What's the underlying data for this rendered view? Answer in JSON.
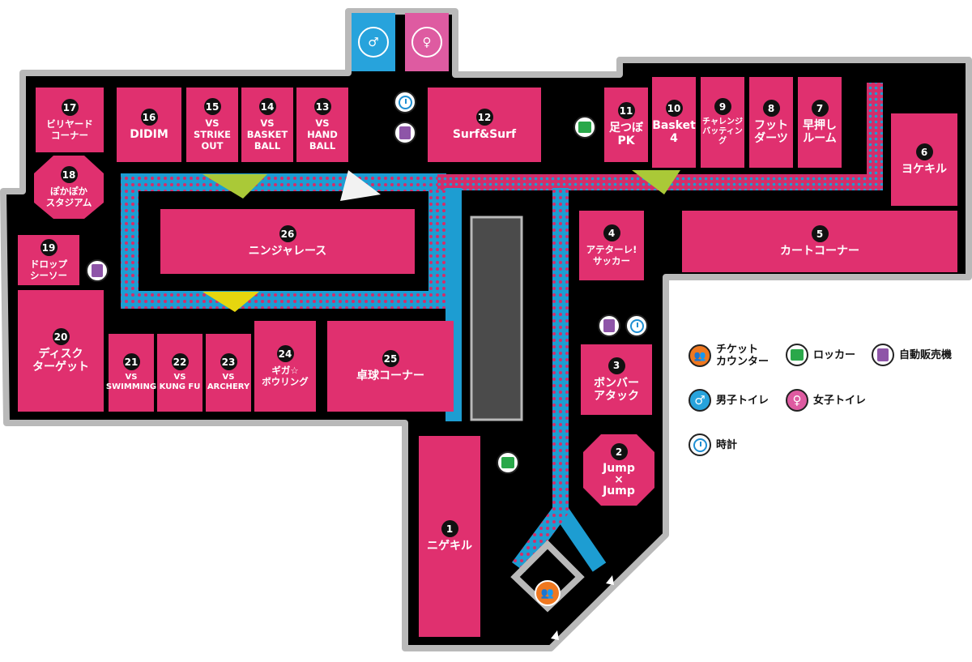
{
  "colors": {
    "room": "#e0306f",
    "floor": "#000000",
    "wall": "#b9b9b9",
    "ticket": "#ef7820",
    "locker": "#2aa84a",
    "vending": "#8e55a8",
    "male": "#27a3dc",
    "female": "#de5ba1",
    "clock": "#1f8fd3"
  },
  "rooms": [
    {
      "num": "1",
      "label": "ニゲキル"
    },
    {
      "num": "2",
      "label": "Jump\n×\nJump"
    },
    {
      "num": "3",
      "label": "ボンバー\nアタック"
    },
    {
      "num": "4",
      "label": "アテターレ!\nサッカー"
    },
    {
      "num": "5",
      "label": "カートコーナー"
    },
    {
      "num": "6",
      "label": "ヨケキル"
    },
    {
      "num": "7",
      "label": "早押し\nルーム"
    },
    {
      "num": "8",
      "label": "フット\nダーツ"
    },
    {
      "num": "9",
      "label": "チャレンジ\nバッティング"
    },
    {
      "num": "10",
      "label": "Basket\n4"
    },
    {
      "num": "11",
      "label": "足つぼ\nPK"
    },
    {
      "num": "12",
      "label": "Surf&Surf"
    },
    {
      "num": "13",
      "label": "VS\nHAND\nBALL"
    },
    {
      "num": "14",
      "label": "VS\nBASKET\nBALL"
    },
    {
      "num": "15",
      "label": "VS\nSTRIKE\nOUT"
    },
    {
      "num": "16",
      "label": "DIDIM"
    },
    {
      "num": "17",
      "label": "ビリヤード\nコーナー"
    },
    {
      "num": "18",
      "label": "ぽかぽか\nスタジアム"
    },
    {
      "num": "19",
      "label": "ドロップ\nシーソー"
    },
    {
      "num": "20",
      "label": "ディスク\nターゲット"
    },
    {
      "num": "21",
      "label": "VS\nSWIMMING"
    },
    {
      "num": "22",
      "label": "VS\nKUNG FU"
    },
    {
      "num": "23",
      "label": "VS\nARCHERY"
    },
    {
      "num": "24",
      "label": "ギガ☆\nボウリング"
    },
    {
      "num": "25",
      "label": "卓球コーナー"
    },
    {
      "num": "26",
      "label": "ニンジャレース"
    }
  ],
  "legend": {
    "ticket": "チケット\nカウンター",
    "locker": "ロッカー",
    "vending": "自動販売機",
    "male": "男子トイレ",
    "female": "女子トイレ",
    "clock": "時計"
  }
}
